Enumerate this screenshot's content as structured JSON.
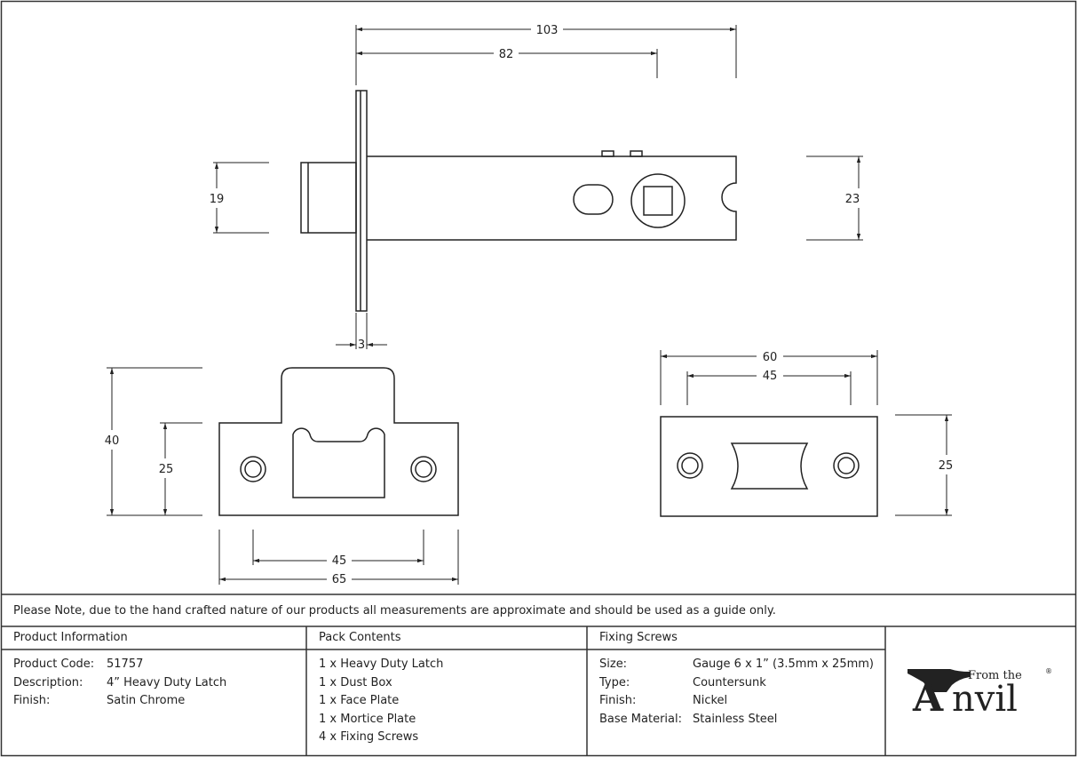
{
  "dimensions": {
    "body_length": "103",
    "backset": "82",
    "latch_height": "19",
    "case_height": "23",
    "face_thickness": "3",
    "strike_height": "40",
    "strike_inner_height": "25",
    "strike_hole_spacing": "45",
    "strike_width": "65",
    "face_width": "60",
    "face_hole_spacing": "45",
    "face_height": "25"
  },
  "note": "Please Note, due to the hand crafted nature of our products all measurements are approximate and should be used as a guide only.",
  "product_information": {
    "header": "Product Information",
    "rows": [
      {
        "label": "Product Code:",
        "value": "51757"
      },
      {
        "label": "Description:",
        "value": "4” Heavy Duty Latch"
      },
      {
        "label": "Finish:",
        "value": "Satin Chrome"
      }
    ]
  },
  "pack_contents": {
    "header": "Pack Contents",
    "items": [
      "1 x Heavy Duty Latch",
      "1 x Dust Box",
      "1 x Face Plate",
      "1 x Mortice Plate",
      "4 x Fixing Screws"
    ]
  },
  "fixing_screws": {
    "header": "Fixing Screws",
    "rows": [
      {
        "label": "Size:",
        "value": "Gauge 6 x 1” (3.5mm x 25mm)"
      },
      {
        "label": "Type:",
        "value": "Countersunk"
      },
      {
        "label": "Finish:",
        "value": "Nickel"
      },
      {
        "label": "Base Material:",
        "value": "Stainless Steel"
      }
    ]
  },
  "logo": {
    "from_the": "From the",
    "big_letter": "A",
    "rest": "nvil",
    "registered": "®"
  }
}
